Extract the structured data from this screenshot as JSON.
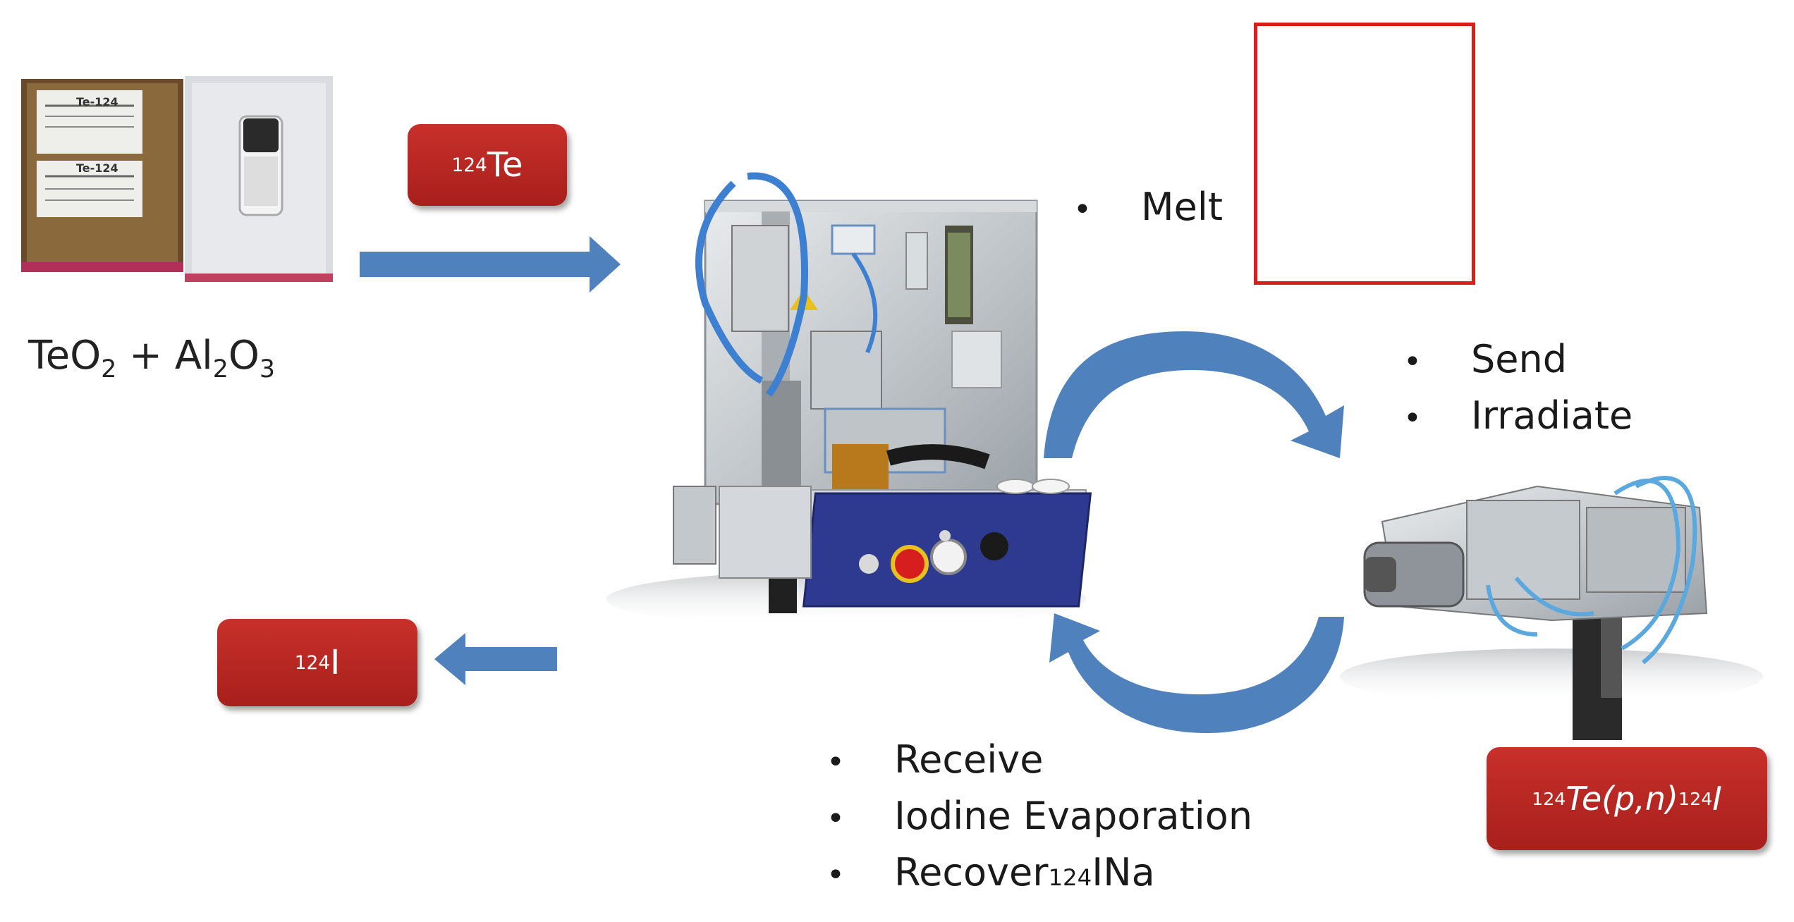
{
  "top_left_label": {
    "te": "Te",
    "o2": "O",
    "sub2": "2",
    "plus": " + Al",
    "al_sub": "2",
    "o3": "O",
    "o3_sub": "3"
  },
  "boxes": {
    "te124_mass": "124",
    "te124_symbol": "Te",
    "i124_mass": "124",
    "i124_symbol": "I",
    "reaction_mass1": "124",
    "reaction_text": "Te(p,n)",
    "reaction_mass2": "124",
    "reaction_symbol": "I"
  },
  "steps": {
    "melt": [
      "Melt"
    ],
    "send_irradiate": [
      "Send",
      "Irradiate"
    ],
    "receive": [
      "Receive",
      "Iodine Evaporation"
    ],
    "recover_prefix": "Recover ",
    "recover_mass": "124",
    "recover_suffix": "INa"
  },
  "vial_box_text": [
    "Te-124",
    "Te-124"
  ],
  "colors": {
    "arrow_blue": "#4f81bd",
    "box_red": "#c0282a",
    "frame_red": "#d8201a",
    "panel_blue": "#2e3a8f"
  }
}
